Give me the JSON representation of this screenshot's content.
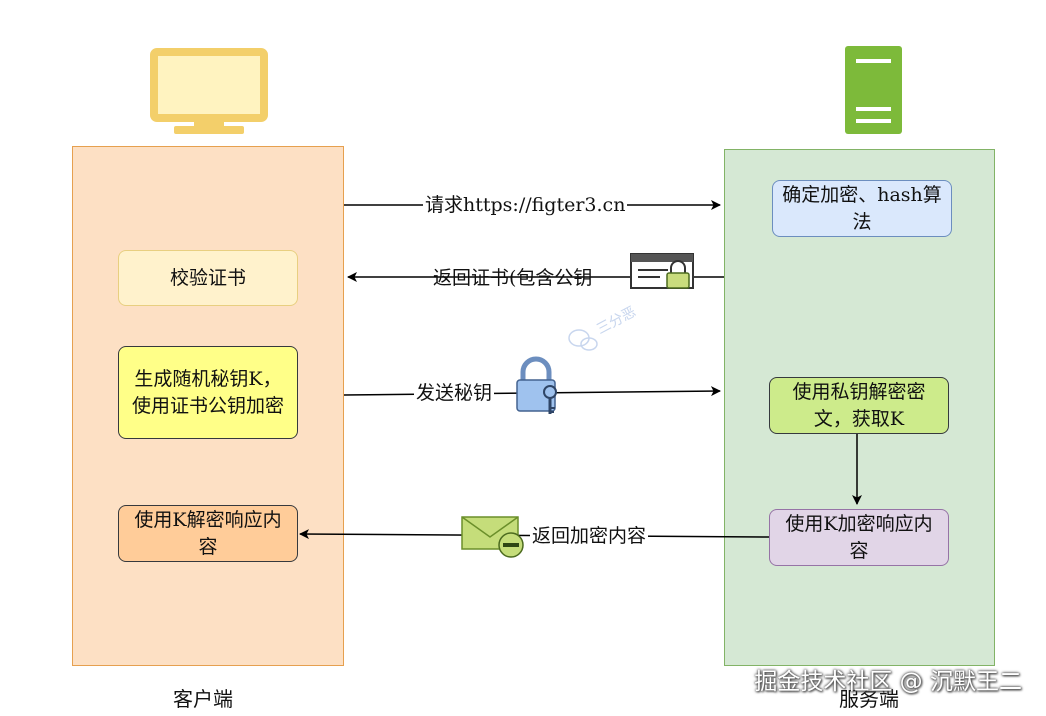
{
  "client": {
    "caption": "客户端"
  },
  "server": {
    "caption": "服务端"
  },
  "boxes": {
    "verify_cert": "校验证书",
    "gen_key": "生成随机秘钥K，使用证书公钥加密",
    "decrypt_response": "使用K解密响应内容",
    "choose_algo": "确定加密、hash算法",
    "decrypt_private": "使用私钥解密密文，获取K",
    "encrypt_response": "使用K加密响应内容"
  },
  "arrows": {
    "request": "请求https://figter3.cn",
    "return_cert": "返回证书(包含公钥",
    "send_key": "发送秘钥",
    "return_encrypted": "返回加密内容"
  },
  "watermark": "掘金技术社区 @ 沉默王二",
  "faint_watermark": "三分恶",
  "icons": [
    "monitor-icon",
    "server-icon",
    "certificate-icon",
    "padlock-key-icon",
    "envelope-icon"
  ],
  "colors": {
    "client_panel": "#fde0c4",
    "client_border": "#e6a04f",
    "server_panel": "#d5e8d4",
    "server_border": "#82b366",
    "server_icon": "#7dba3a",
    "monitor": "#f7d77a"
  }
}
